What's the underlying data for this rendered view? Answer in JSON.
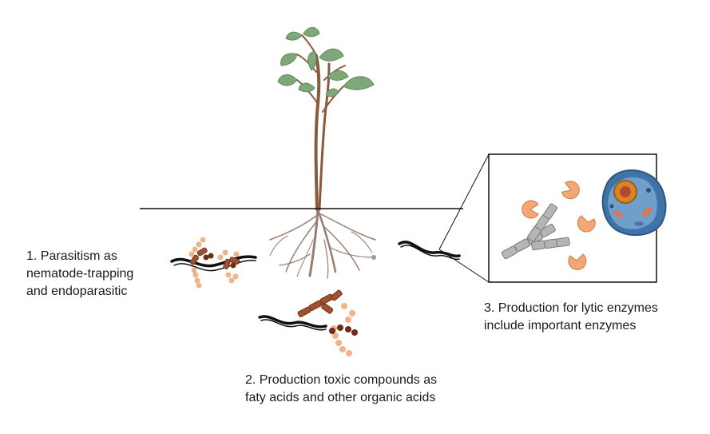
{
  "captions": {
    "parasitism": [
      "1. Parasitism as",
      "nematode-trapping",
      "and endoparasitic"
    ],
    "toxic": [
      "2. Production toxic compounds as",
      "faty acids and other organic acids"
    ],
    "lytic": [
      "3. Production for lytic enzymes",
      "include important enzymes"
    ]
  },
  "colors": {
    "outline": "#111111",
    "stem": "#8a5a3c",
    "root": "#8d6e63",
    "leaf": "#7fa77a",
    "hypha_brown": "#a0522d",
    "spore_light": "#f0b48c",
    "spore_dark": "#6b2f12",
    "enzyme": "#f2a774",
    "hypha_gray": "#b5b5b5",
    "cell": "#3f74a8"
  },
  "icons": [
    "plant-icon",
    "nematode-icon",
    "fungal-hypha-icon",
    "spore-icon",
    "enzyme-icon",
    "fungal-cell-icon"
  ]
}
